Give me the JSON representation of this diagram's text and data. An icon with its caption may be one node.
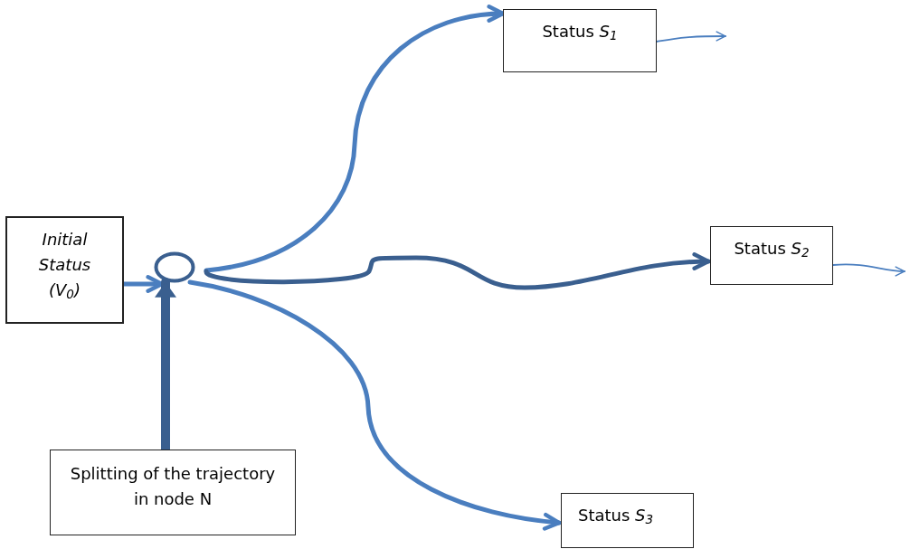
{
  "diagram": {
    "nodes": [
      {
        "text": [
          "Initial Status (V$_{0}$)"
        ]
      },
      {
        "text": [],
        "shape": "circle"
      },
      {
        "text": [
          "Status *S*$_{1}$"
        ]
      },
      {
        "text": [
          "Status *S*$_{2}$"
        ]
      },
      {
        "text": [
          "Status *S*$_{3}$"
        ]
      },
      {
        "text": [
          "Splitting of the trajectory in node N"
        ]
      }
    ],
    "edges": [
      {
        "from": 0,
        "to": 1,
        "arrow": "to"
      },
      {
        "from": 1,
        "to": 2,
        "arrow": "to"
      },
      {
        "from": 1,
        "to": 3,
        "arrow": "to",
        "color": "#3a5f8f"
      },
      {
        "from": 1,
        "to": 4,
        "arrow": "to"
      },
      {
        "from": 5,
        "to": 1,
        "arrow": "to",
        "style": "thick",
        "color": "#3a5f8f"
      },
      {
        "from": 2,
        "to": null,
        "arrow": "to"
      },
      {
        "from": 3,
        "to": null,
        "arrow": "to"
      }
    ]
  }
}
